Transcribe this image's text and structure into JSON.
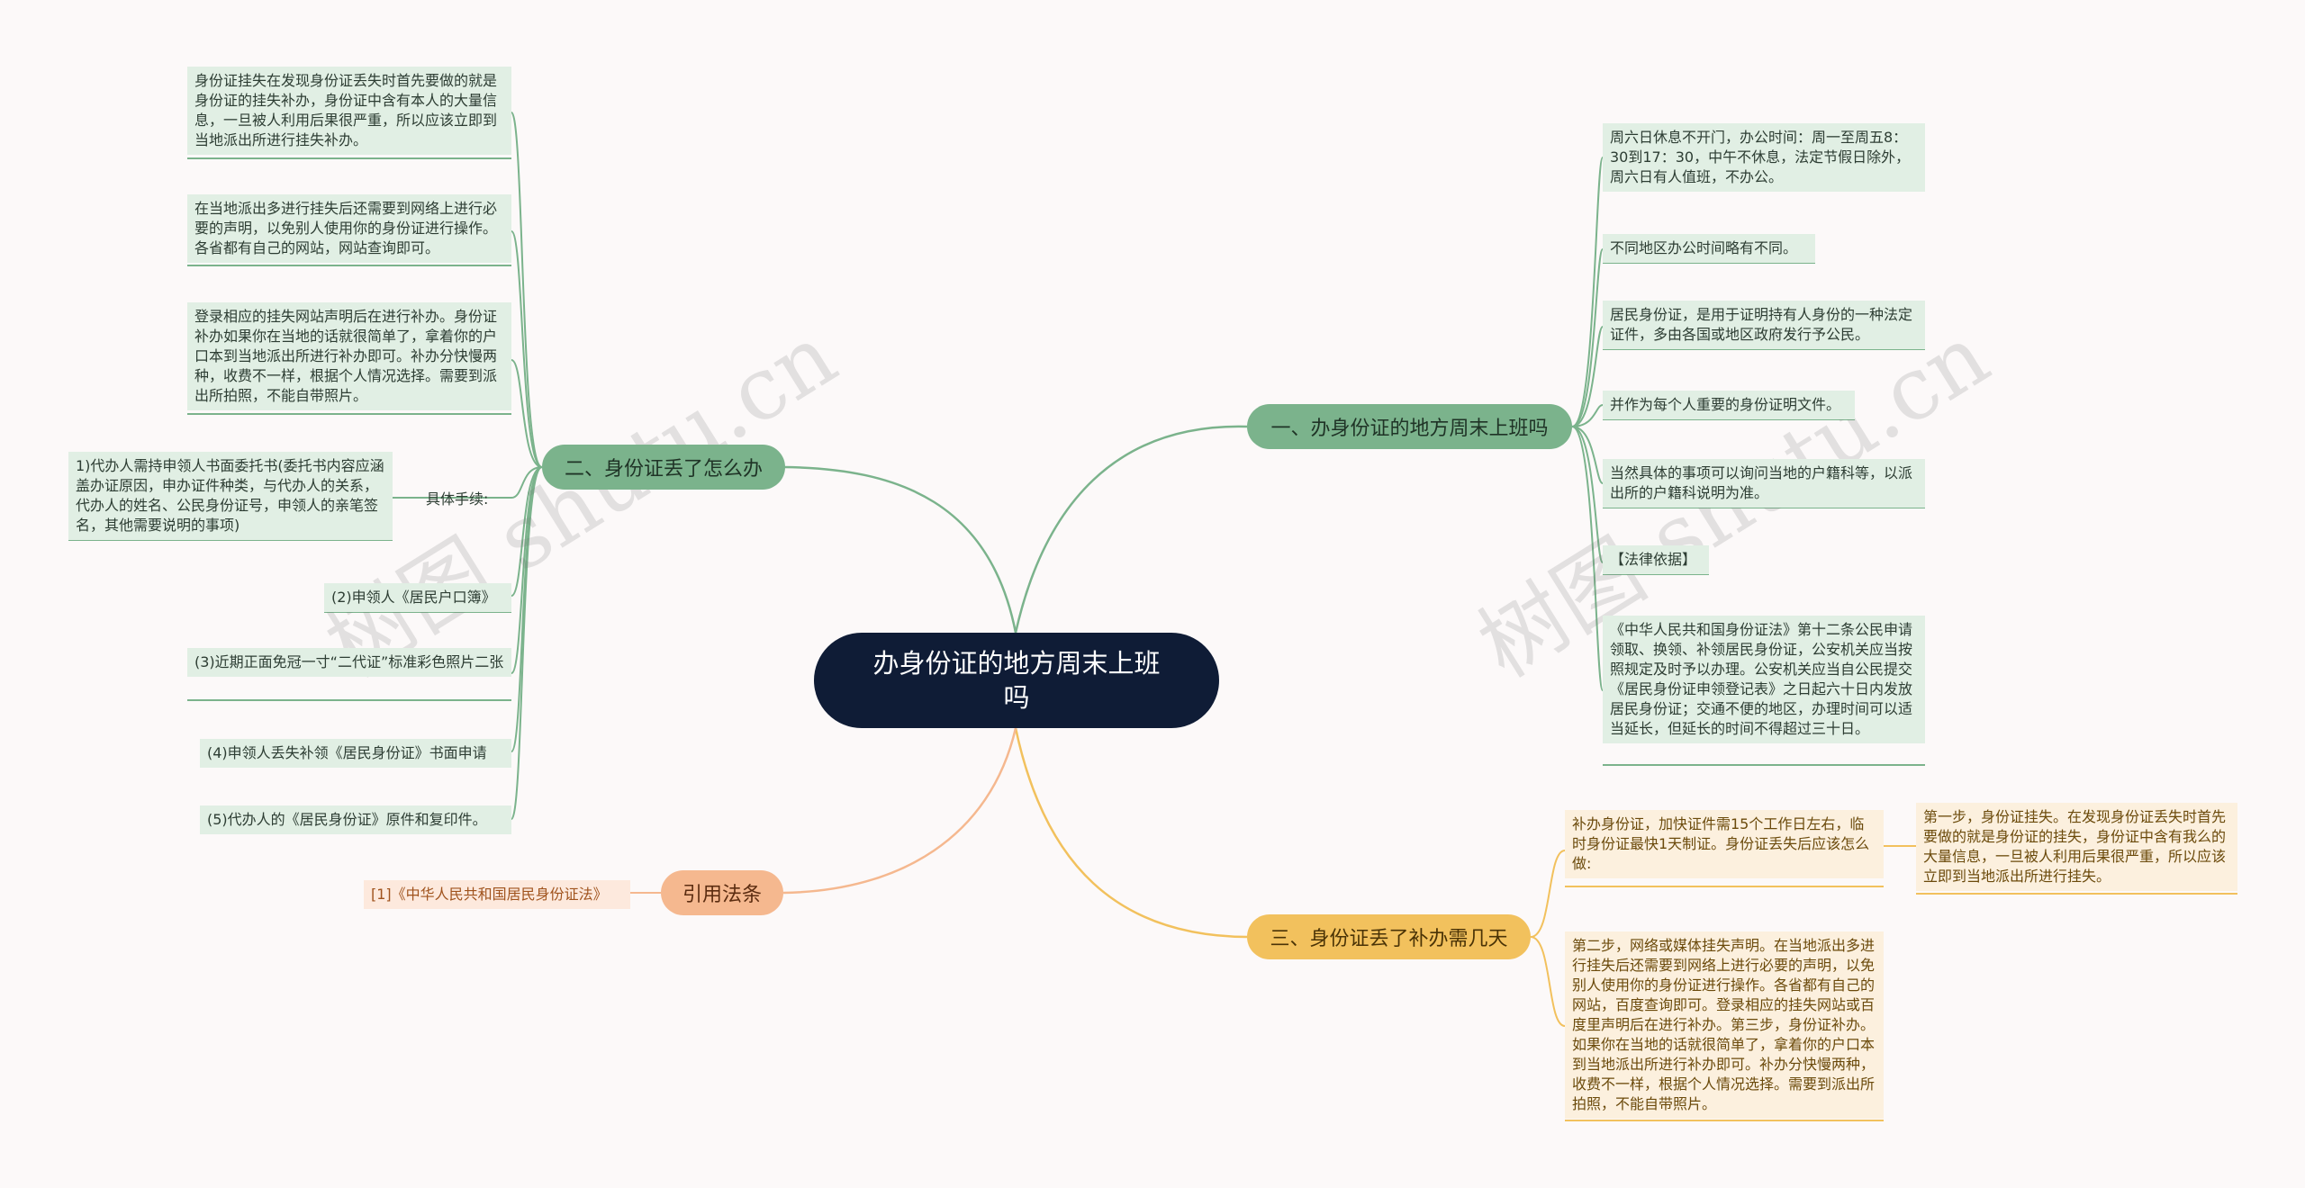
{
  "root": {
    "title": "办身份证的地方周末上班吗"
  },
  "watermark": "树图 shutu.cn",
  "colors": {
    "green": "#7bb38c",
    "orange": "#f5b88f",
    "yellow": "#f2c15d",
    "root": "#0f1c36"
  },
  "branch1": {
    "label": "一、办身份证的地方周末上班吗",
    "items": [
      "周六日休息不开门，办公时间：周一至周五8：30到17：30，中午不休息，法定节假日除外，周六日有人值班，不办公。",
      "不同地区办公时间略有不同。",
      "居民身份证，是用于证明持有人身份的一种法定证件，多由各国或地区政府发行予公民。",
      "并作为每个人重要的身份证明文件。",
      "当然具体的事项可以询问当地的户籍科等，以派出所的户籍科说明为准。",
      "【法律依据】",
      "《中华人民共和国身份证法》第十二条公民申请领取、换领、补领居民身份证，公安机关应当按照规定及时予以办理。公安机关应当自公民提交《居民身份证申领登记表》之日起六十日内发放居民身份证；交通不便的地区，办理时间可以适当延长，但延长的时间不得超过三十日。"
    ]
  },
  "branch2": {
    "label": "二、身份证丢了怎么办",
    "items": [
      "身份证挂失在发现身份证丢失时首先要做的就是身份证的挂失补办，身份证中含有本人的大量信息，一旦被人利用后果很严重，所以应该立即到当地派出所进行挂失补办。",
      "在当地派出多进行挂失后还需要到网络上进行必要的声明，以免别人使用你的身份证进行操作。各省都有自己的网站，网站查询即可。",
      "登录相应的挂失网站声明后在进行补办。身份证补办如果你在当地的话就很简单了，拿着你的户口本到当地派出所进行补办即可。补办分快慢两种，收费不一样，根据个人情况选择。需要到派出所拍照，不能自带照片。"
    ],
    "procedure_label": "具体手续:",
    "procedure_item": "1)代办人需持申领人书面委托书(委托书内容应涵盖办证原因，申办证件种类，与代办人的关系，代办人的姓名、公民身份证号，申领人的亲笔签名，其他需要说明的事项)",
    "items_after": [
      "(2)申领人《居民户口簿》",
      "(3)近期正面免冠一寸“二代证”标准彩色照片二张",
      "(4)申领人丢失补领《居民身份证》书面申请",
      "(5)代办人的《居民身份证》原件和复印件。"
    ]
  },
  "branch3": {
    "label": "三、身份证丢了补办需几天",
    "item1": "补办身份证，加快证件需15个工作日左右，临时身份证最快1天制证。身份证丢失后应该怎么做:",
    "item1_child": "第一步，身份证挂失。在发现身份证丢失时首先要做的就是身份证的挂失，身份证中含有我么的大量信息，一旦被人利用后果很严重，所以应该立即到当地派出所进行挂失。",
    "item2": "第二步，网络或媒体挂失声明。在当地派出多进行挂失后还需要到网络上进行必要的声明，以免别人使用你的身份证进行操作。各省都有自己的网站，百度查询即可。登录相应的挂失网站或百度里声明后在进行补办。第三步，身份证补办。如果你在当地的话就很简单了，拿着你的户口本到当地派出所进行补办即可。补办分快慢两种，收费不一样，根据个人情况选择。需要到派出所拍照，不能自带照片。"
  },
  "branch4": {
    "label": "引用法条",
    "item": "[1]《中华人民共和国居民身份证法》"
  }
}
